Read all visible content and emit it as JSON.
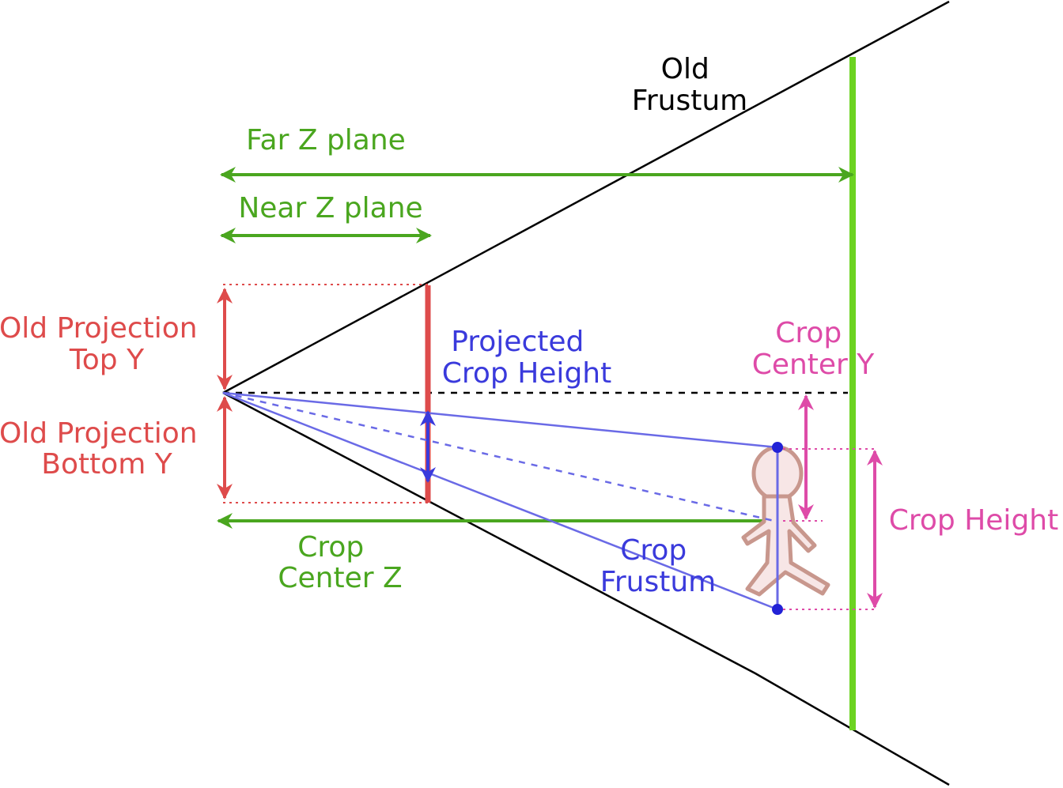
{
  "colors": {
    "black": "#000000",
    "green": "#4aa61f",
    "bright_green": "#6cd321",
    "red": "#de4b4b",
    "blue": "#3a3adc",
    "light_blue": "#6a6ae6",
    "magenta": "#de4ba8",
    "figure_fill": "#f7e6e6",
    "figure_stroke": "#c8978d"
  },
  "labels": {
    "old_frustum": [
      "Old",
      "Frustum"
    ],
    "far_z_plane": "Far Z plane",
    "near_z_plane": "Near Z plane",
    "old_projection_top_y": [
      "Old Projection",
      "Top Y"
    ],
    "old_projection_bottom_y": [
      "Old Projection",
      "Bottom Y"
    ],
    "projected_crop_height": [
      "Projected",
      "Crop Height"
    ],
    "crop_center_y": [
      "Crop",
      "Center Y"
    ],
    "crop_height": "Crop Height",
    "crop_center_z": [
      "Crop",
      "Center Z"
    ],
    "crop_frustum": [
      "Crop",
      "Frustum"
    ]
  }
}
